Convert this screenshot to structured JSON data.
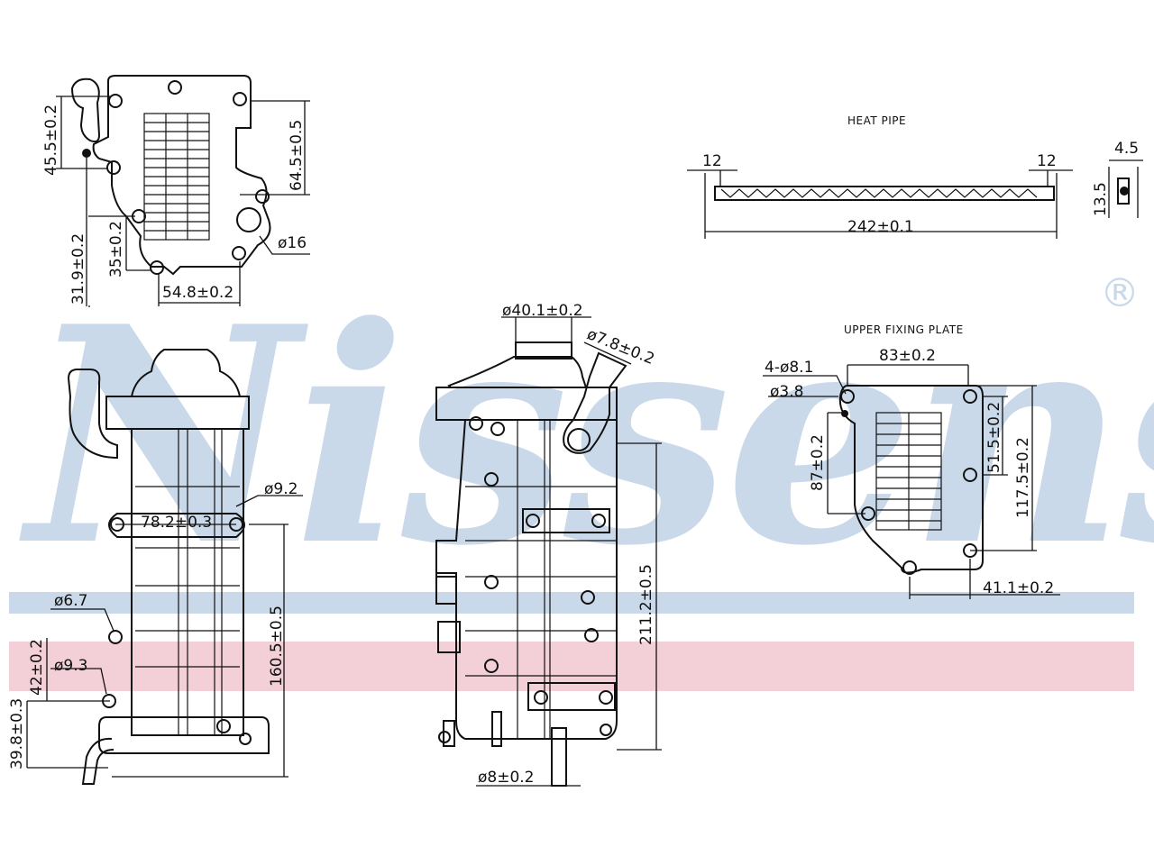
{
  "watermark": {
    "brand": "Nissens",
    "registered_mark": "®",
    "color": "#c9d9ea",
    "band_blue": "#c9d9ea",
    "band_pink": "#f3cfd8"
  },
  "views": {
    "heat_pipe": {
      "title": "HEAT PIPE",
      "dims": {
        "end_left": "12",
        "end_right": "12",
        "length": "242±0.1",
        "width": "4.5",
        "height": "13.5"
      }
    },
    "upper_fixing_plate": {
      "title": "UPPER FIXING PLATE",
      "dims": {
        "holes": "4-ø8.1",
        "pin": "ø3.8",
        "width": "83±0.2",
        "h1": "87±0.2",
        "h2": "51.5±0.2",
        "h3": "117.5±0.2",
        "offset": "41.1±0.2"
      }
    },
    "top_view": {
      "dims": {
        "d1": "45.5±0.2",
        "d2": "64.5±0.5",
        "d3": "31.9±0.2",
        "d4": "35±0.2",
        "d5": "54.8±0.2",
        "bore": "ø16"
      }
    },
    "front_view": {
      "dims": {
        "hole_a": "ø9.2",
        "span": "78.2±0.3",
        "hole_b": "ø6.7",
        "hole_c": "ø9.3",
        "h1": "42±0.2",
        "h2": "39.8±0.3",
        "h3": "160.5±0.5"
      }
    },
    "side_view": {
      "dims": {
        "cap": "ø40.1±0.2",
        "port": "ø7.8±0.2",
        "height": "211.2±0.5",
        "pin": "ø8±0.2"
      }
    }
  }
}
